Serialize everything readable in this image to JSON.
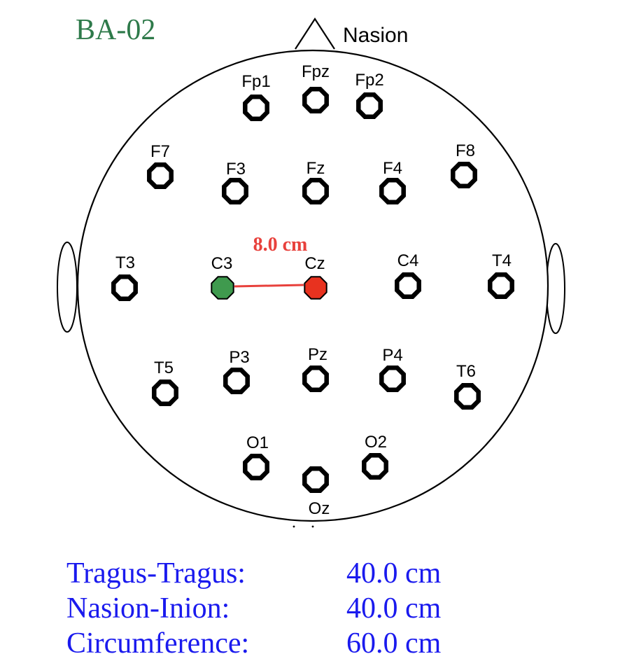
{
  "subject_id": "BA-02",
  "landmark": {
    "label": "Nasion"
  },
  "electrodes": [
    {
      "label": "Fp1",
      "state": "default"
    },
    {
      "label": "Fpz",
      "state": "default"
    },
    {
      "label": "Fp2",
      "state": "default"
    },
    {
      "label": "F7",
      "state": "default"
    },
    {
      "label": "F3",
      "state": "default"
    },
    {
      "label": "Fz",
      "state": "default"
    },
    {
      "label": "F4",
      "state": "default"
    },
    {
      "label": "F8",
      "state": "default"
    },
    {
      "label": "T3",
      "state": "default"
    },
    {
      "label": "C3",
      "state": "selected-start"
    },
    {
      "label": "Cz",
      "state": "selected-end"
    },
    {
      "label": "C4",
      "state": "default"
    },
    {
      "label": "T4",
      "state": "default"
    },
    {
      "label": "T5",
      "state": "default"
    },
    {
      "label": "P3",
      "state": "default"
    },
    {
      "label": "Pz",
      "state": "default"
    },
    {
      "label": "P4",
      "state": "default"
    },
    {
      "label": "T6",
      "state": "default"
    },
    {
      "label": "O1",
      "state": "default"
    },
    {
      "label": "O2",
      "state": "default"
    },
    {
      "label": "Oz",
      "state": "default"
    }
  ],
  "distance": {
    "from": "C3",
    "to": "Cz",
    "label": "8.0 cm"
  },
  "measurements": [
    {
      "label": "Tragus-Tragus:",
      "value": "40.0 cm"
    },
    {
      "label": "Nasion-Inion:",
      "value": "40.0 cm"
    },
    {
      "label": "Circumference:",
      "value": "60.0 cm"
    }
  ],
  "colors": {
    "title": "#2e7a4a",
    "distance": "#e8413c",
    "selected_start": "#3f9a4e",
    "selected_end": "#e8321f",
    "measurements": "#1a1aee",
    "outline": "#000000"
  }
}
